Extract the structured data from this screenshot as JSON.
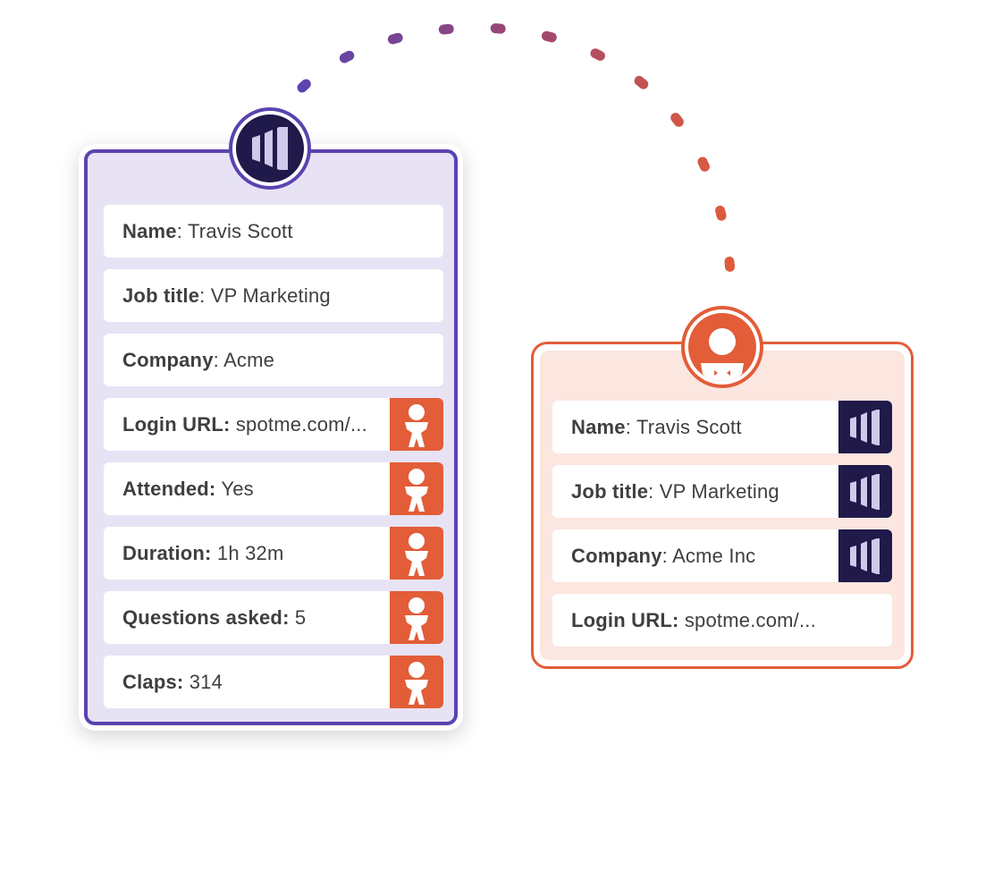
{
  "colors": {
    "purple": "#5A43B0",
    "purple_tint": "#E7E3F5",
    "orange": "#E25D38",
    "orange_tint": "#FBE6E0",
    "navy": "#201A4A",
    "text": "#3F3F3F"
  },
  "left_card": {
    "avatar_icon": "marketo-logo-icon",
    "rows": [
      {
        "label": "Name",
        "sep": ": ",
        "value": "Travis Scott",
        "badge": ""
      },
      {
        "label": "Job title",
        "sep": ": ",
        "value": "VP Marketing",
        "badge": ""
      },
      {
        "label": "Company",
        "sep": ": ",
        "value": "Acme",
        "badge": ""
      },
      {
        "label": "Login URL:",
        "sep": " ",
        "value": "spotme.com/...",
        "badge": "person-icon"
      },
      {
        "label": "Attended:",
        "sep": " ",
        "value": "Yes",
        "badge": "person-icon"
      },
      {
        "label": "Duration:",
        "sep": " ",
        "value": "1h 32m",
        "badge": "person-icon"
      },
      {
        "label": "Questions asked:",
        "sep": " ",
        "value": "5",
        "badge": "person-icon"
      },
      {
        "label": "Claps:",
        "sep": " ",
        "value": "314",
        "badge": "person-icon"
      }
    ]
  },
  "right_card": {
    "avatar_icon": "person-icon",
    "rows": [
      {
        "label": "Name",
        "sep": ": ",
        "value": "Travis Scott",
        "badge": "marketo-logo-icon"
      },
      {
        "label": "Job title",
        "sep": ": ",
        "value": "VP Marketing",
        "badge": "marketo-logo-icon"
      },
      {
        "label": "Company",
        "sep": ": ",
        "value": "Acme Inc",
        "badge": "marketo-logo-icon"
      },
      {
        "label": "Login URL:",
        "sep": " ",
        "value": "spotme.com/...",
        "badge": ""
      }
    ]
  }
}
